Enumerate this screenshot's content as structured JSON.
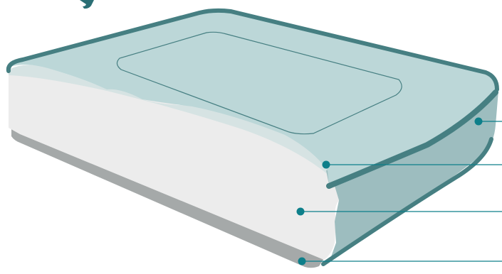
{
  "figure": {
    "subject": "mattress-cross-section",
    "colors": {
      "cover_top": "#bcd7d8",
      "cover_side": "#9dbdbf",
      "trim": "#467f82",
      "comfort_layer": "#d6e3e3",
      "core_foam": "#ececec",
      "base": "#a5a9a9",
      "leader": "#0d7f8a",
      "heading_fragment": "#2b6f75"
    }
  },
  "callouts": [
    {
      "id": "side-panel"
    },
    {
      "id": "top-cover"
    },
    {
      "id": "core-foam"
    },
    {
      "id": "base-layer"
    }
  ]
}
